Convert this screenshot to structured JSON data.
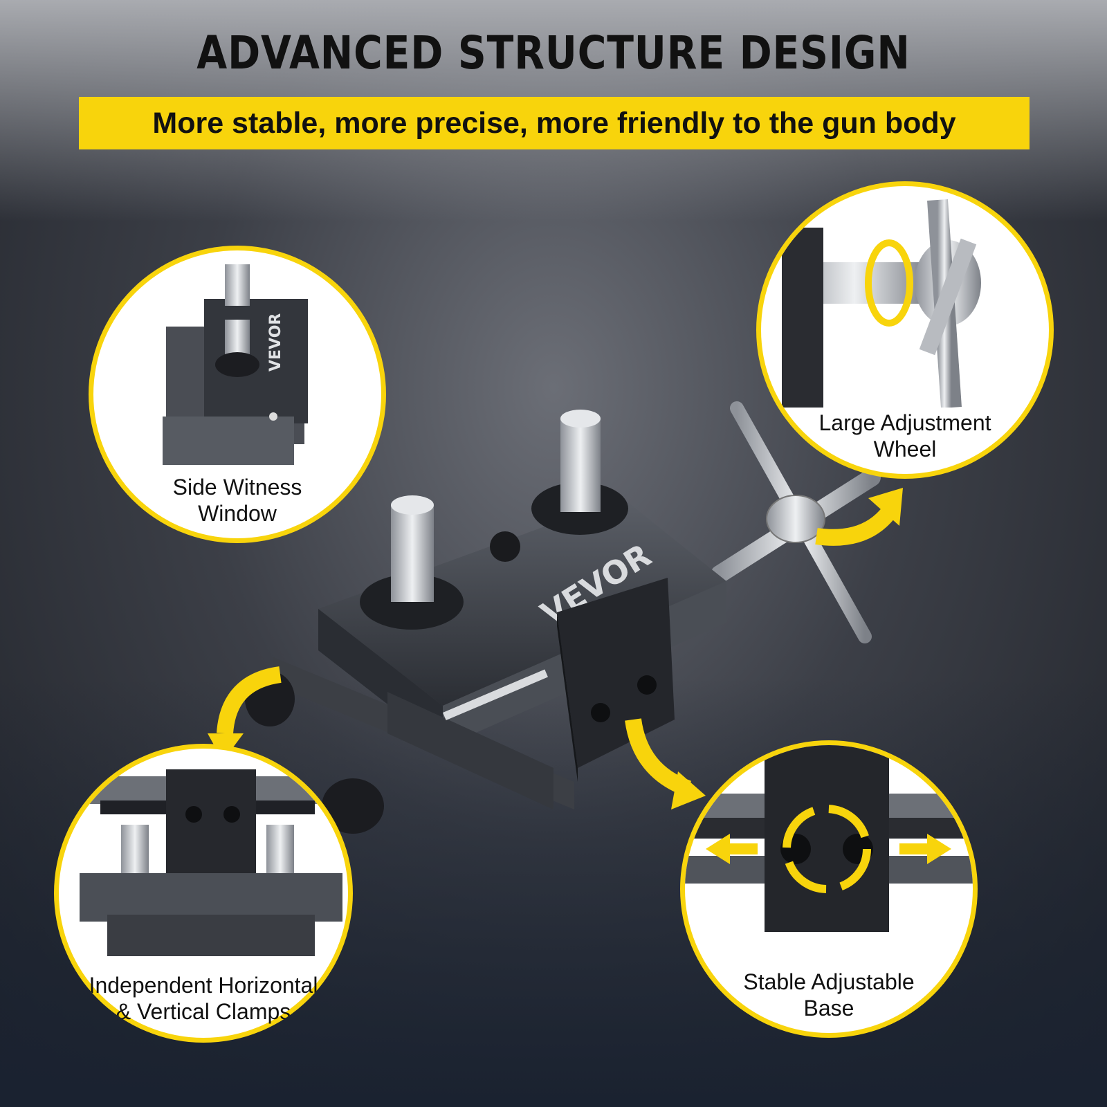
{
  "header": {
    "title": "ADVANCED STRUCTURE DESIGN",
    "subtitle": "More stable, more precise, more friendly to the gun body"
  },
  "colors": {
    "accent": "#f8d40c",
    "text": "#111111",
    "metal_dark": "#3a3d44",
    "metal_light": "#c9ccd1"
  },
  "product": {
    "brand": "VEVOR"
  },
  "callouts": {
    "side_window": {
      "line1": "Side Witness",
      "line2": "Window"
    },
    "adjust_wheel": {
      "line1": "Large Adjustment",
      "line2": "Wheel"
    },
    "clamps": {
      "line1": "Independent Horizontal",
      "line2": "& Vertical Clamps"
    },
    "base": {
      "line1": "Stable Adjustable",
      "line2": "Base"
    }
  }
}
